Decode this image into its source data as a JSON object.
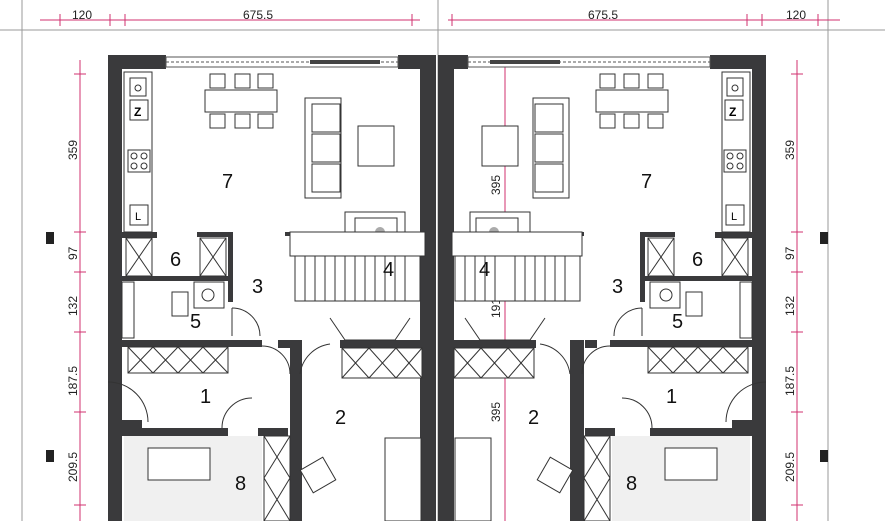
{
  "dimensions": {
    "top_left": [
      "120",
      "675.5"
    ],
    "top_right": [
      "675.5",
      "120"
    ],
    "left_vertical": [
      "359",
      "97",
      "132",
      "187.5",
      "209.5"
    ],
    "right_vertical": [
      "359",
      "97",
      "132",
      "187.5",
      "209.5"
    ],
    "center_vertical": [
      "395",
      "191",
      "395"
    ]
  },
  "rooms_left": [
    "7",
    "6",
    "3",
    "4",
    "5",
    "1",
    "2",
    "8"
  ],
  "rooms_right": [
    "7",
    "6",
    "3",
    "4",
    "5",
    "1",
    "2",
    "8"
  ],
  "fixtures": {
    "fridge_label": "Z",
    "washer_label": "L"
  },
  "colors": {
    "wall": "#3a3a3c",
    "dimension": "#d0306f"
  }
}
